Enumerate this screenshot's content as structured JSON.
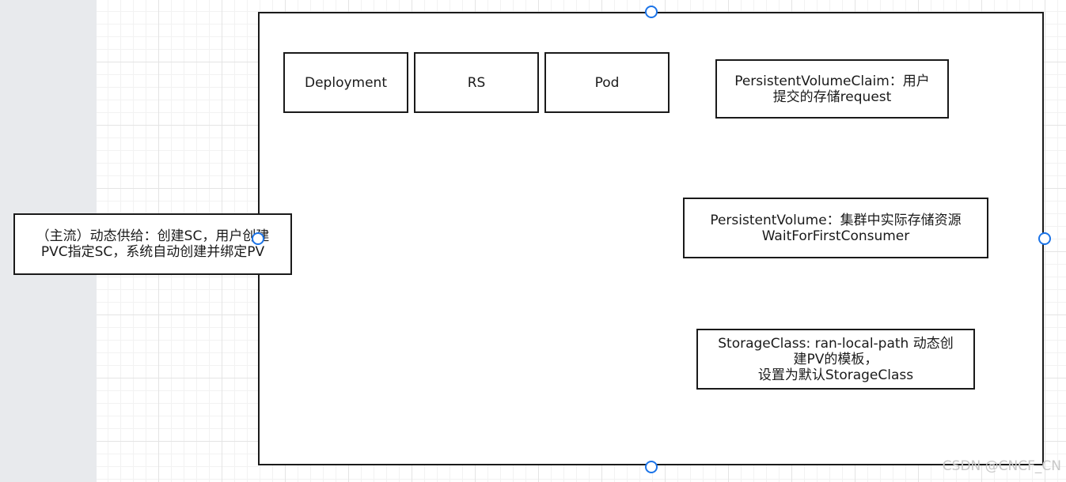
{
  "nodes": {
    "deployment": "Deployment",
    "rs": "RS",
    "pod": "Pod",
    "pvc": "PersistentVolumeClaim：用户\n提交的存储request",
    "pv": "PersistentVolume：集群中实际存储资源\nWaitForFirstConsumer",
    "storageclass": "StorageClass: ran-local-path  动态创\n建PV的模板，\n设置为默认StorageClass",
    "dynamic_provisioning": "（主流）动态供给：创建SC，用户创建\nPVC指定SC，系统自动创建并绑定PV"
  },
  "watermark": "CSDN @CNCF_CN",
  "colors": {
    "border": "#1a1a1a",
    "handle": "#1a73e8",
    "grid": "#e4e4e4"
  }
}
